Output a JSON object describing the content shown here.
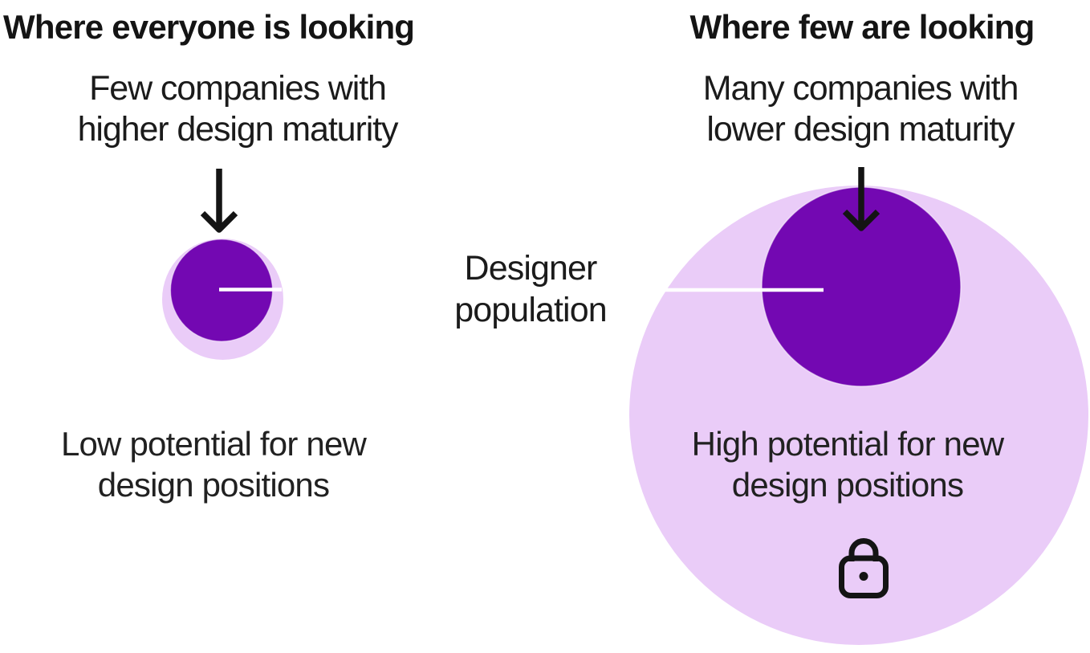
{
  "colors": {
    "dark_purple": "#7308b2",
    "light_purple": "#eaccf8",
    "ink": "#141414",
    "leader_line": "#ffffff"
  },
  "left_panel": {
    "title": "Where everyone is looking",
    "subtitle_line1": "Few companies with",
    "subtitle_line2": "higher design maturity",
    "caption_line1": "Low potential for new",
    "caption_line2": "design positions"
  },
  "right_panel": {
    "title": "Where few are looking",
    "subtitle_line1": "Many companies with",
    "subtitle_line2": "lower design maturity",
    "caption_line1": "High potential for new",
    "caption_line2": "design positions"
  },
  "center_label": {
    "line1": "Designer",
    "line2": "population"
  },
  "icons": {
    "left_arrow": "down-arrow",
    "right_arrow": "down-arrow",
    "lock": "lock"
  }
}
